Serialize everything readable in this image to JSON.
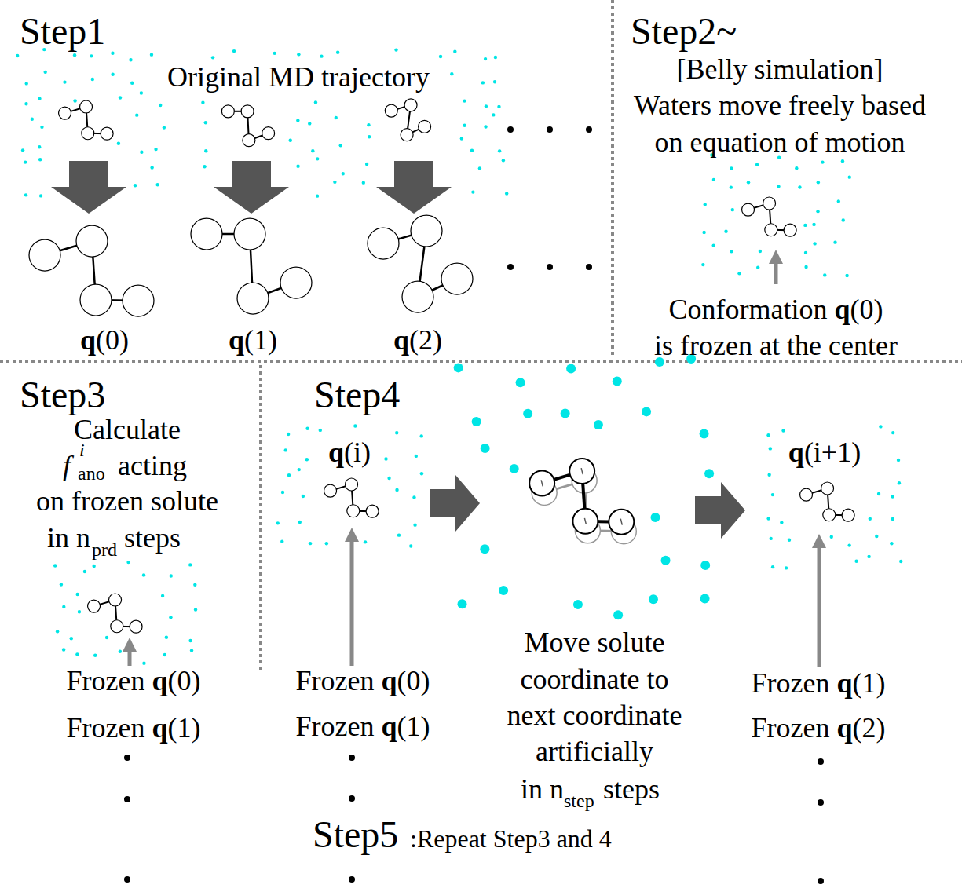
{
  "diagram": {
    "labels": [
      "Step1",
      "Original MD trajectory",
      "q(0)",
      "q(1)",
      "q(2)",
      "Step2~",
      "[Belly simulation]",
      "Waters move freely based on equation of motion",
      "Conformation q(0) is frozen at the center",
      "Step3",
      "Calculate",
      "f",
      "i",
      "ano",
      "acting on frozen solute in n",
      "prd",
      "steps",
      "Frozen q(0)",
      "Frozen q(1)",
      "Step4",
      "q(i)",
      "Frozen q(0)",
      "Frozen q(1)",
      "Move solute coordinate to next coordinate artificially in n",
      "step",
      "steps",
      "q(i+1)",
      "Frozen q(1)",
      "Frozen q(2)",
      "Step5",
      ":Repeat Step3 and 4"
    ]
  }
}
